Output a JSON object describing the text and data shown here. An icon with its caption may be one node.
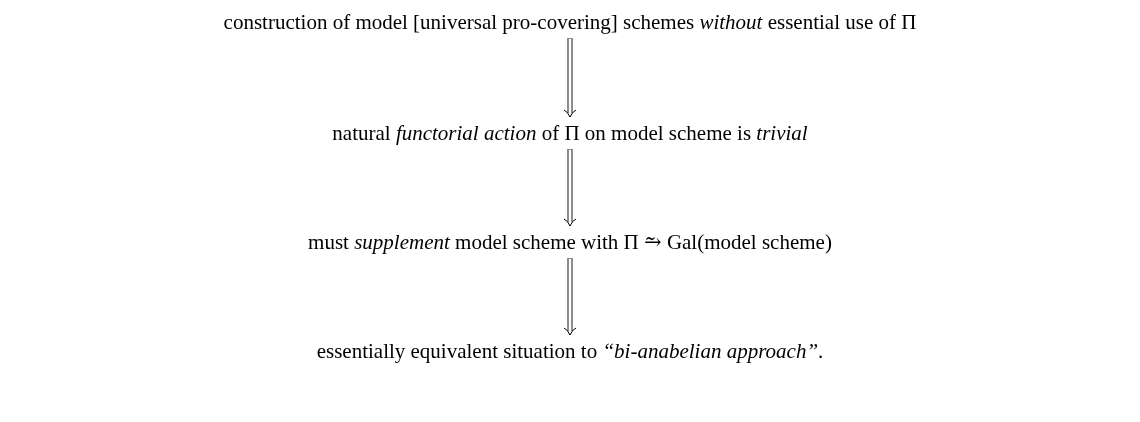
{
  "diagram": {
    "nodes": [
      {
        "text": [
          "construction of model [universal pro-covering] schemes *without* essential use of Π"
        ]
      },
      {
        "text": [
          "natural *functorial action* of Π on model scheme is *trivial*"
        ]
      },
      {
        "text": [
          "must *supplement* model scheme with Π ⥲ Gal(model scheme)"
        ]
      },
      {
        "text": [
          "essentially equivalent situation to *“bi-anabelian approach”*."
        ]
      }
    ],
    "edges": [
      {
        "from": 0,
        "to": 1,
        "arrow": "to"
      },
      {
        "from": 1,
        "to": 2,
        "arrow": "to"
      },
      {
        "from": 2,
        "to": 3,
        "arrow": "to"
      }
    ]
  }
}
